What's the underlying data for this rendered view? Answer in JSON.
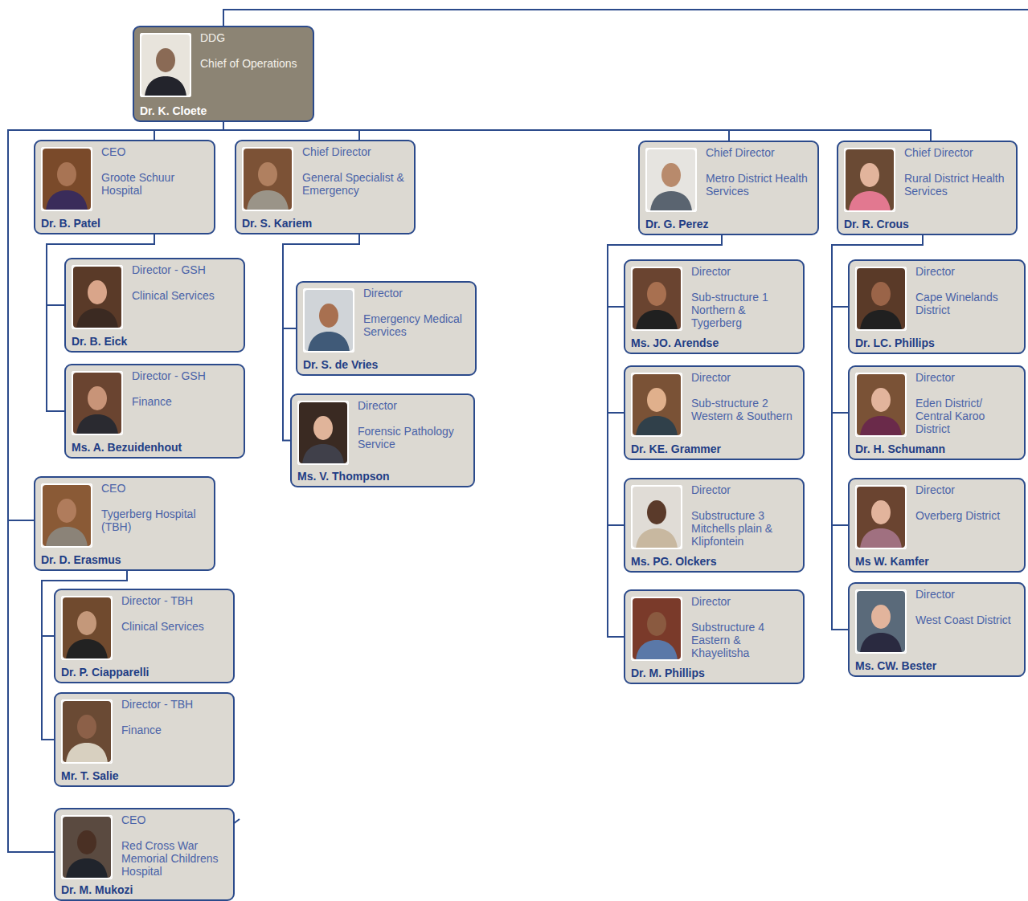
{
  "diagram": {
    "nodes": [
      {
        "text": [
          "DDG",
          "Chief of Operations",
          "Dr. K. Cloete"
        ]
      },
      {
        "text": [
          "CEO",
          "Groote Schuur Hospital",
          "Dr. B. Patel"
        ]
      },
      {
        "text": [
          "Director - GSH",
          "Clinical Services",
          "Dr. B. Eick"
        ]
      },
      {
        "text": [
          "Director - GSH",
          "Finance",
          "Ms. A. Bezuidenhout"
        ]
      },
      {
        "text": [
          "CEO",
          "Tygerberg Hospital (TBH)",
          "Dr. D. Erasmus"
        ]
      },
      {
        "text": [
          "Director - TBH",
          "Clinical Services",
          "Dr. P. Ciapparelli"
        ]
      },
      {
        "text": [
          "Director - TBH",
          "Finance",
          "Mr. T. Salie"
        ]
      },
      {
        "text": [
          "CEO",
          "Red Cross War Memorial Childrens Hospital",
          "Dr. M. Mukozi"
        ]
      },
      {
        "text": [
          "Chief Director",
          "General Specialist & Emergency",
          "Dr. S. Kariem"
        ]
      },
      {
        "text": [
          "Director",
          "Emergency Medical Services",
          "Dr. S. de Vries"
        ]
      },
      {
        "text": [
          "Director",
          "Forensic Pathology Service",
          "Ms. V. Thompson"
        ]
      },
      {
        "text": [
          "Chief Director",
          "Metro District Health Services",
          "Dr. G. Perez"
        ]
      },
      {
        "text": [
          "Director",
          "Sub-structure 1 Northern & Tygerberg",
          "Ms. JO. Arendse"
        ]
      },
      {
        "text": [
          "Director",
          "Sub-structure 2 Western & Southern",
          "Dr. KE. Grammer"
        ]
      },
      {
        "text": [
          "Director",
          "Substructure 3 Mitchells plain & Klipfontein",
          "Ms. PG. Olckers"
        ]
      },
      {
        "text": [
          "Director",
          "Substructure 4 Eastern & Khayelitsha",
          "Dr. M. Phillips"
        ]
      },
      {
        "text": [
          "Chief Director",
          "Rural District Health Services",
          "Dr. R. Crous"
        ]
      },
      {
        "text": [
          "Director",
          "Cape Winelands District",
          "Dr. LC. Phillips"
        ]
      },
      {
        "text": [
          "Director",
          "Eden District/ Central Karoo District",
          "Dr. H. Schumann"
        ]
      },
      {
        "text": [
          "Director",
          "Overberg District",
          "Ms W. Kamfer"
        ]
      },
      {
        "text": [
          "Director",
          "West Coast District",
          "Ms. CW. Bester"
        ]
      }
    ],
    "edges": [
      {
        "from": 0,
        "to": 1,
        "arrow": "none"
      },
      {
        "from": 0,
        "to": 4,
        "arrow": "none"
      },
      {
        "from": 0,
        "to": 7,
        "arrow": "none"
      },
      {
        "from": 0,
        "to": 8,
        "arrow": "none"
      },
      {
        "from": 0,
        "to": 11,
        "arrow": "none"
      },
      {
        "from": 0,
        "to": 16,
        "arrow": "none"
      },
      {
        "from": 1,
        "to": 2,
        "arrow": "none"
      },
      {
        "from": 1,
        "to": 3,
        "arrow": "none"
      },
      {
        "from": 4,
        "to": 5,
        "arrow": "none"
      },
      {
        "from": 4,
        "to": 6,
        "arrow": "none"
      },
      {
        "from": 8,
        "to": 9,
        "arrow": "none"
      },
      {
        "from": 8,
        "to": 10,
        "arrow": "none"
      },
      {
        "from": 11,
        "to": 12,
        "arrow": "none"
      },
      {
        "from": 11,
        "to": 13,
        "arrow": "none"
      },
      {
        "from": 11,
        "to": 14,
        "arrow": "none"
      },
      {
        "from": 11,
        "to": 15,
        "arrow": "none"
      },
      {
        "from": 16,
        "to": 17,
        "arrow": "none"
      },
      {
        "from": 16,
        "to": 18,
        "arrow": "none"
      },
      {
        "from": 16,
        "to": 19,
        "arrow": "none"
      },
      {
        "from": 16,
        "to": 20,
        "arrow": "none"
      }
    ]
  }
}
